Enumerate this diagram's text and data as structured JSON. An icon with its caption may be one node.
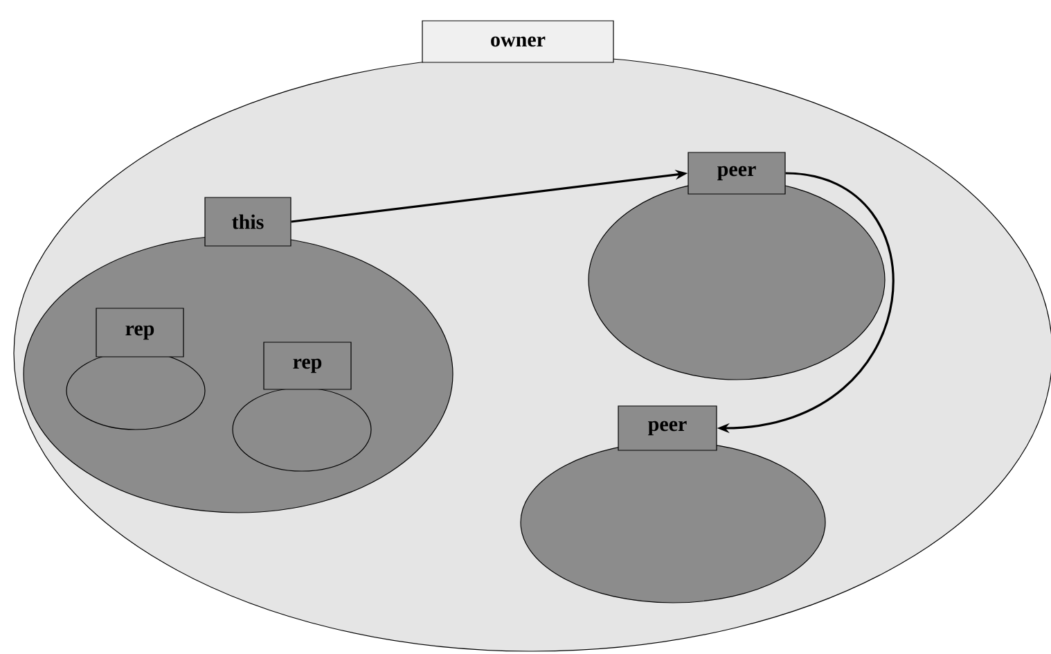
{
  "diagram": {
    "nodes": [
      {
        "text": [
          "owner"
        ]
      },
      {
        "text": [
          "this"
        ],
        "in": 0
      },
      {
        "text": [
          "rep"
        ],
        "in": 1
      },
      {
        "text": [
          "rep"
        ],
        "in": 1
      },
      {
        "text": [
          "peer"
        ],
        "in": 0
      },
      {
        "text": [
          "peer"
        ],
        "in": 0
      }
    ],
    "edges": [
      {
        "from": 1,
        "to": 4,
        "arrow": "to"
      },
      {
        "from": 4,
        "to": 5,
        "arrow": "to"
      }
    ]
  }
}
